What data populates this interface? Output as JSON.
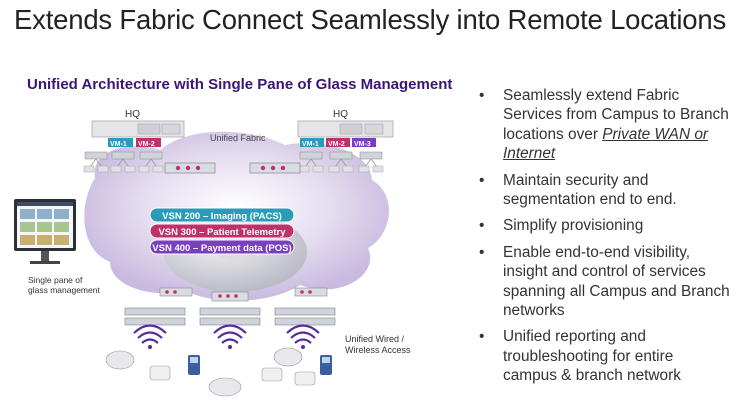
{
  "slide": {
    "title": "Extends Fabric Connect Seamlessly into Remote Locations",
    "subtitle": "Unified Architecture with Single Pane of Glass Management"
  },
  "diagram": {
    "hq_left": "HQ",
    "hq_right": "HQ",
    "vm_left": [
      "VM-1",
      "VM-2"
    ],
    "vm_right": [
      "VM-1",
      "VM-2",
      "VM-3"
    ],
    "unified_fabric_label": "Unified Fabric",
    "vsn_tunnels": [
      {
        "label": "VSN 200 – Imaging (PACS)",
        "color": "#2c9bb8"
      },
      {
        "label": "VSN 300 – Patient Telemetry",
        "color": "#c0306a"
      },
      {
        "label": "VSN 400 – Payment data (POS)",
        "color": "#7a3fc0"
      }
    ],
    "single_pane_label": [
      "Single pane of",
      "glass management"
    ],
    "unified_wired_label": [
      "Unified Wired /",
      "Wireless Access"
    ]
  },
  "bullets": [
    {
      "lines": [
        "Seamlessly extend Fabric",
        "Services from Campus to Branch",
        "locations over "
      ],
      "underlined": [
        "Private WAN or",
        "Internet"
      ]
    },
    {
      "lines": [
        "Maintain security and",
        "segmentation end to end."
      ]
    },
    {
      "lines": [
        "Simplify provisioning"
      ]
    },
    {
      "lines": [
        "Enable end-to-end visibility,",
        "insight and control of services",
        "spanning all Campus and Branch",
        "networks"
      ]
    },
    {
      "lines": [
        "Unified reporting and",
        "troubleshooting for entire",
        "campus & branch network"
      ]
    }
  ],
  "bullet_glyph": "•"
}
